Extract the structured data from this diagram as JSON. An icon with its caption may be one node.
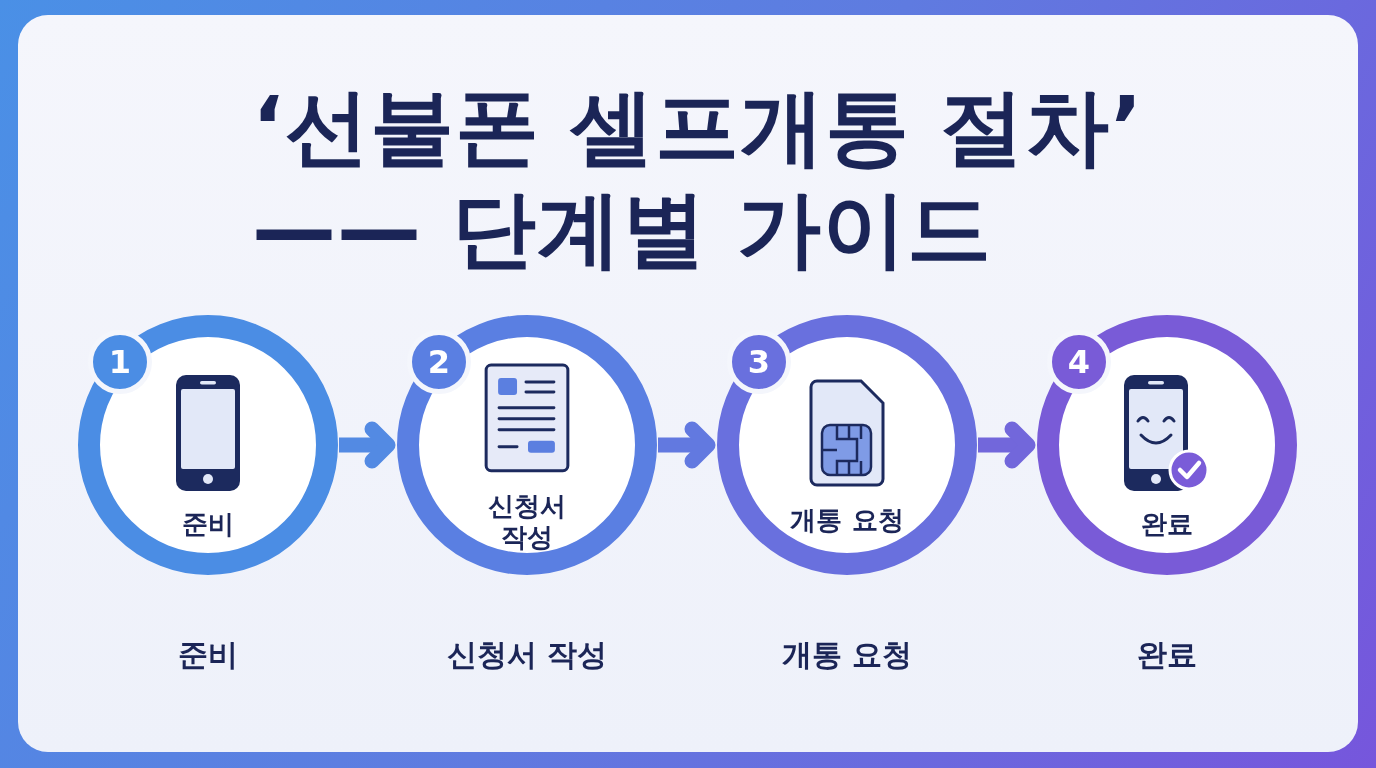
{
  "diagram": {
    "title": "‘선불폰 셀프개통 절차’ —— 단계별 가이드",
    "nodes": [
      {
        "text": [
          "1",
          "준비"
        ],
        "beside": [
          "준비"
        ]
      },
      {
        "text": [
          "2",
          "신청서 작성"
        ],
        "beside": [
          "신청서 작성"
        ]
      },
      {
        "text": [
          "3",
          "개통 요청"
        ],
        "beside": [
          "개통 요청"
        ]
      },
      {
        "text": [
          "4",
          "완료"
        ],
        "beside": [
          "완료"
        ]
      }
    ],
    "edges": [
      {
        "from": 0,
        "to": 1,
        "arrow": "to"
      },
      {
        "from": 1,
        "to": 2,
        "arrow": "to"
      },
      {
        "from": 2,
        "to": 3,
        "arrow": "to"
      }
    ]
  }
}
